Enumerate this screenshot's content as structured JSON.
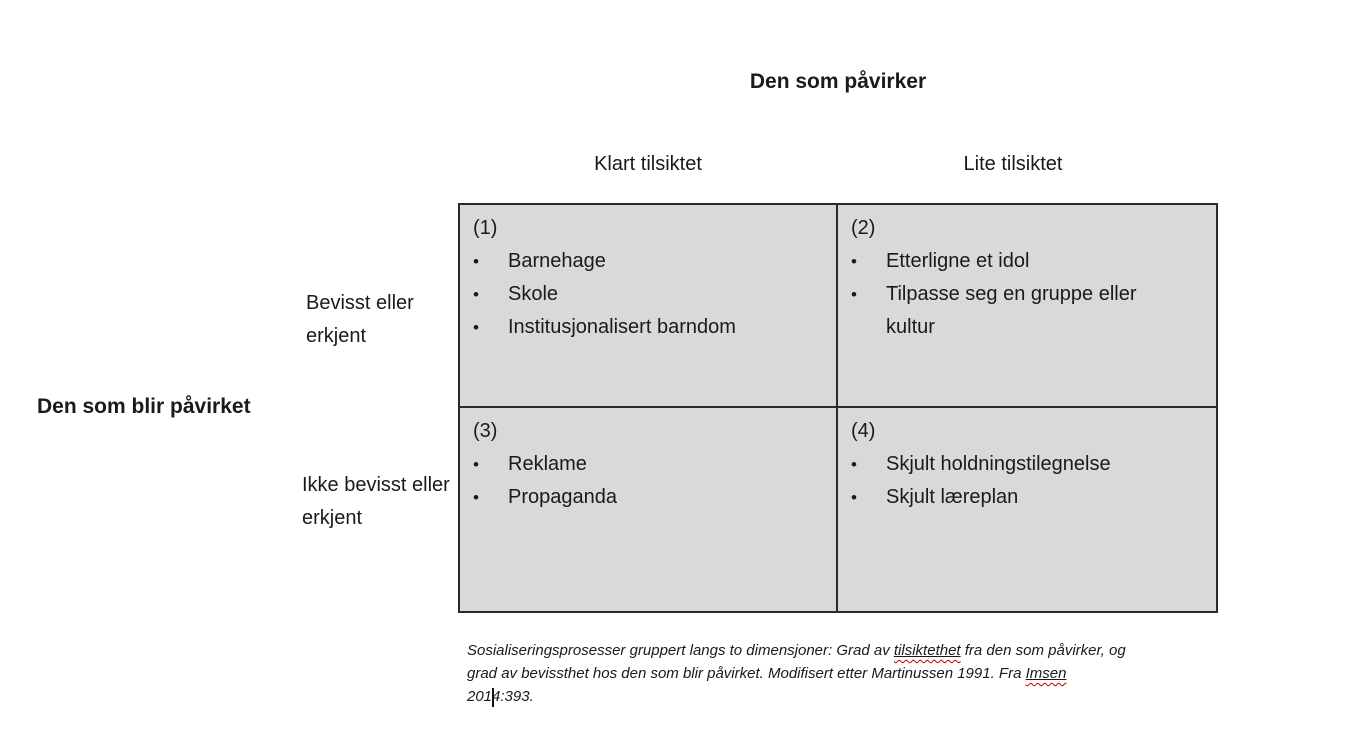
{
  "matrix": {
    "top_axis_title": "Den som påvirker",
    "left_axis_title": "Den som blir påvirket",
    "column_headers": [
      "Klart tilsiktet",
      "Lite tilsiktet"
    ],
    "row_headers": [
      "Bevisst eller erkjent",
      "Ikke bevisst eller erkjent"
    ],
    "quadrants": [
      {
        "label": "(1)",
        "items": [
          "Barnehage",
          "Skole",
          "Institusjonalisert barndom"
        ]
      },
      {
        "label": "(2)",
        "items": [
          "Etterligne et idol",
          "Tilpasse seg en gruppe eller kultur"
        ]
      },
      {
        "label": "(3)",
        "items": [
          "Reklame",
          "Propaganda"
        ]
      },
      {
        "label": "(4)",
        "items": [
          "Skjult holdningstilegnelse",
          "Skjult læreplan"
        ]
      }
    ],
    "bullet_glyph": "•"
  },
  "caption": {
    "line1_part1": "Sosialiseringsprosesser gruppert langs to dimensjoner: Grad av ",
    "line1_underlined": "tilsiktethet",
    "line1_part2": " fra den som påvirker, og",
    "line2_part1": "grad av bevissthet hos den som blir påvirket. Modifisert etter Martinussen 1991. Fra ",
    "line2_underlined": "Imsen",
    "line3_part1": "201",
    "line3_part2": "4:393."
  },
  "colors": {
    "cell_background": "#d9d9d9",
    "grid_border": "#2b2b2b",
    "text": "#1a1a1a",
    "spellcheck_underline": "#c00000",
    "cursor": "#111111"
  }
}
